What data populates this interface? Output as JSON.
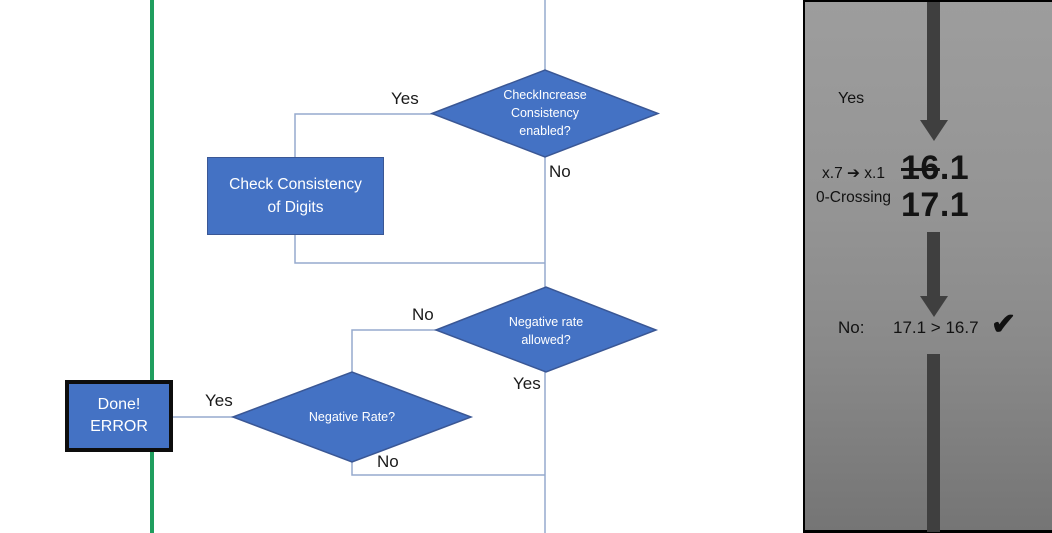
{
  "colors": {
    "shape_fill": "#4472C4",
    "shape_border": "#3a5795",
    "connector": "#96aacd",
    "green_line": "#1f9e5e",
    "panel_gray_top": "#9d9d9d",
    "panel_gray_bottom": "#757575",
    "arrow_gray": "#3f3f3f"
  },
  "flowchart": {
    "decision1": {
      "label": "CheckIncrease Consistency enabled?"
    },
    "process1": {
      "label": "Check Consistency of Digits"
    },
    "decision2": {
      "label": "Negative rate allowed?"
    },
    "decision3": {
      "label": "Negative Rate?"
    },
    "terminal": {
      "label": "Done! ERROR"
    },
    "edges": {
      "d1_yes": "Yes",
      "d1_no": "No",
      "d2_no": "No",
      "d2_yes": "Yes",
      "d3_yes": "Yes",
      "d3_no": "No"
    }
  },
  "panel": {
    "yes_label": "Yes",
    "note_line1": "x.7 ➔ x.1",
    "note_line2": "0-Crossing",
    "old_value_struck": "16",
    "old_value_rest": ".1",
    "new_value": "17.1",
    "no_label": "No:",
    "comparison": "17.1 > 16.7",
    "checkmark": "✔"
  }
}
